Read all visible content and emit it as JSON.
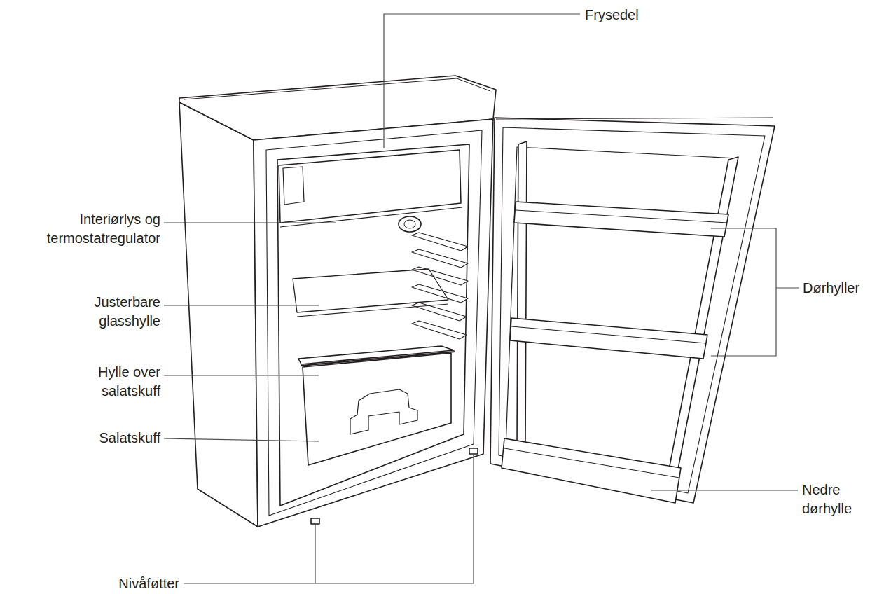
{
  "diagram": {
    "labels": [
      "Frysedel",
      "Interiørlys og termostatregulator",
      "Justerbare glasshylle",
      "Hylle over salatskuff",
      "Salatskuff",
      "Dørhyller",
      "Nedre dørhylle",
      "Nivåføtter"
    ]
  }
}
